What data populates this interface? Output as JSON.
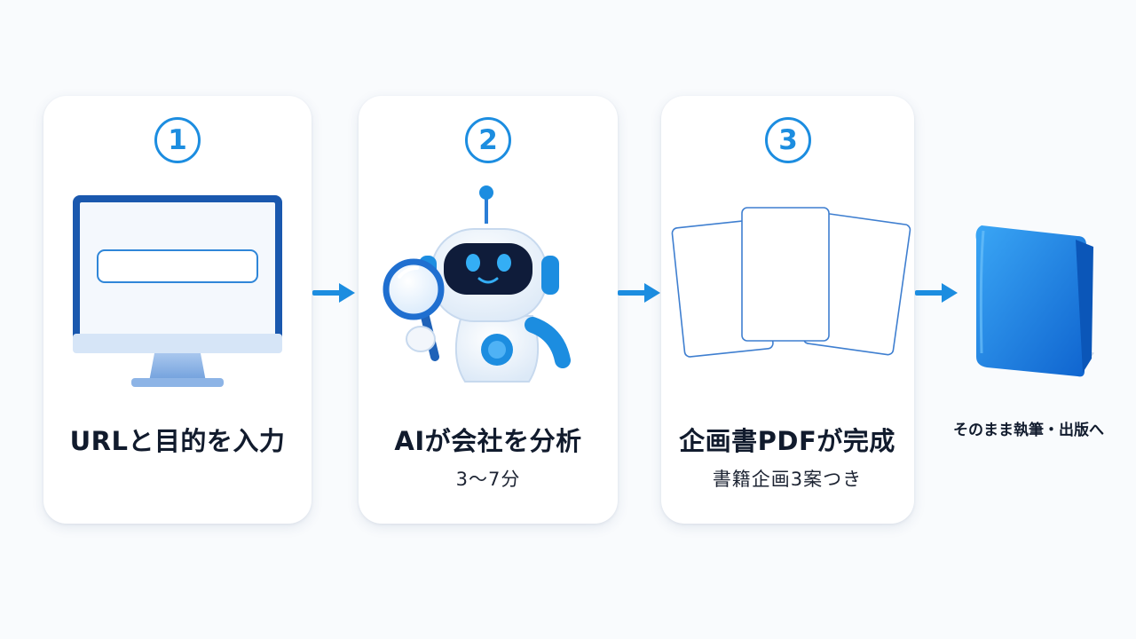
{
  "steps": [
    {
      "number": "1",
      "title": "URLと目的を入力",
      "subtitle": ""
    },
    {
      "number": "2",
      "title": "AIが会社を分析",
      "subtitle": "3〜7分"
    },
    {
      "number": "3",
      "title": "企画書PDFが完成",
      "subtitle": "書籍企画3案つき"
    }
  ],
  "final": {
    "label": "そのまま執筆・出版へ"
  },
  "colors": {
    "accent": "#1c8de0",
    "card": "#ffffff",
    "background": "#f9fbfd",
    "text": "#111b2d"
  },
  "icons": [
    "monitor-icon",
    "robot-icon",
    "magnifier-icon",
    "documents-icon",
    "book-icon",
    "arrow-right-icon"
  ]
}
